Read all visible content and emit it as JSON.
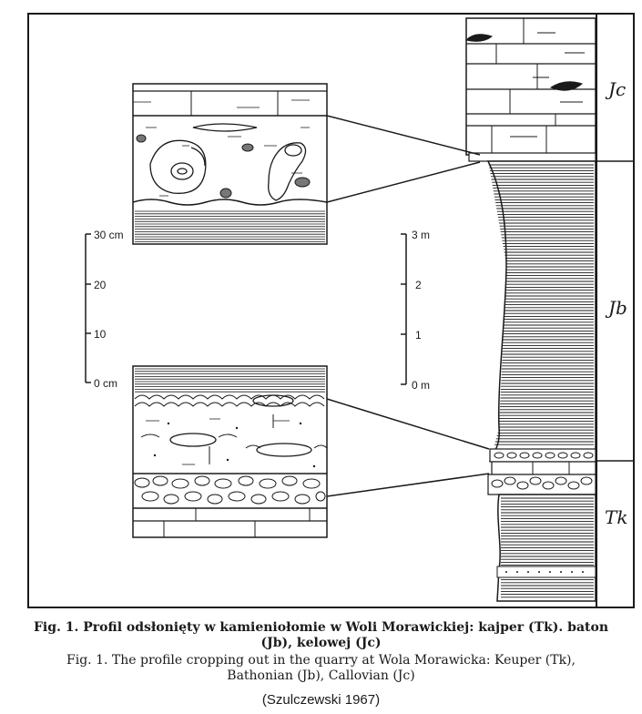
{
  "figure": {
    "strat_units": [
      "Jc",
      "Jb",
      "Tk"
    ],
    "small_scale": {
      "ticks": [
        "30 cm",
        "20",
        "10",
        "0 cm"
      ]
    },
    "large_scale": {
      "ticks": [
        "3 m",
        "2",
        "1",
        "0 m"
      ]
    }
  },
  "caption": {
    "polish_line1": "Fig. 1. Profil odsłonięty w kamieniołomie w Woli Morawickiej: kajper (Tk). baton",
    "polish_line2": "(Jb), kelowej (Jc)",
    "english_line1": "Fig. 1. The profile cropping out in the quarry at Wola Morawicka: Keuper (Tk),",
    "english_line2": "Bathonian (Jb), Callovian (Jc)",
    "source": "(Szulczewski 1967)"
  }
}
